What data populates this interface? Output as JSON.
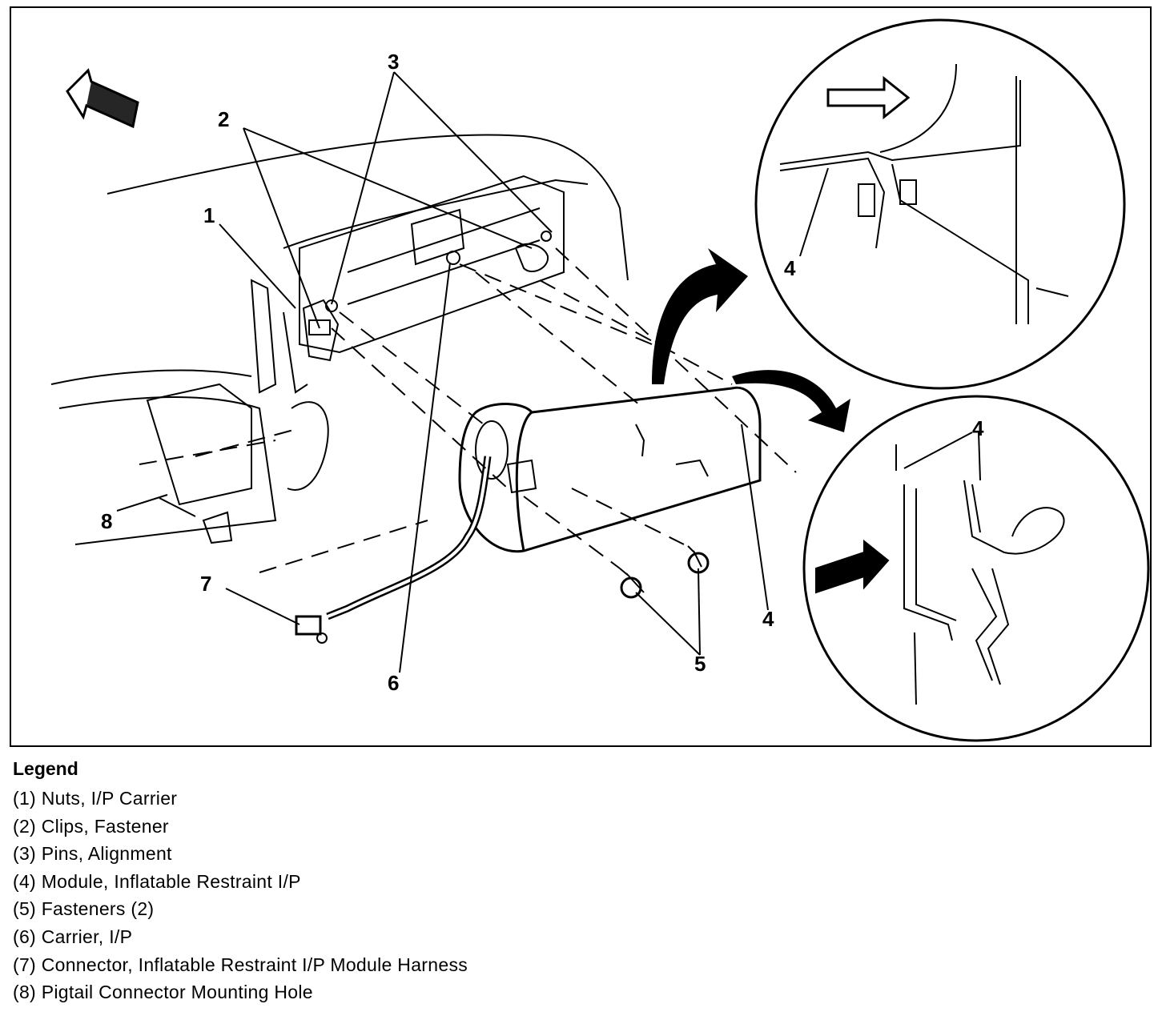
{
  "callouts": {
    "c1": "1",
    "c2": "2",
    "c3": "3",
    "c4a": "4",
    "c4b": "4",
    "c4c": "4",
    "c5": "5",
    "c6": "6",
    "c7": "7",
    "c8": "8"
  },
  "legend": {
    "title": "Legend",
    "items": [
      "(1) Nuts, I/P Carrier",
      "(2) Clips, Fastener",
      "(3) Pins, Alignment",
      "(4) Module, Inflatable Restraint I/P",
      "(5) Fasteners (2)",
      "(6) Carrier, I/P",
      "(7) Connector, Inflatable Restraint I/P Module Harness",
      "(8) Pigtail Connector Mounting Hole"
    ]
  }
}
